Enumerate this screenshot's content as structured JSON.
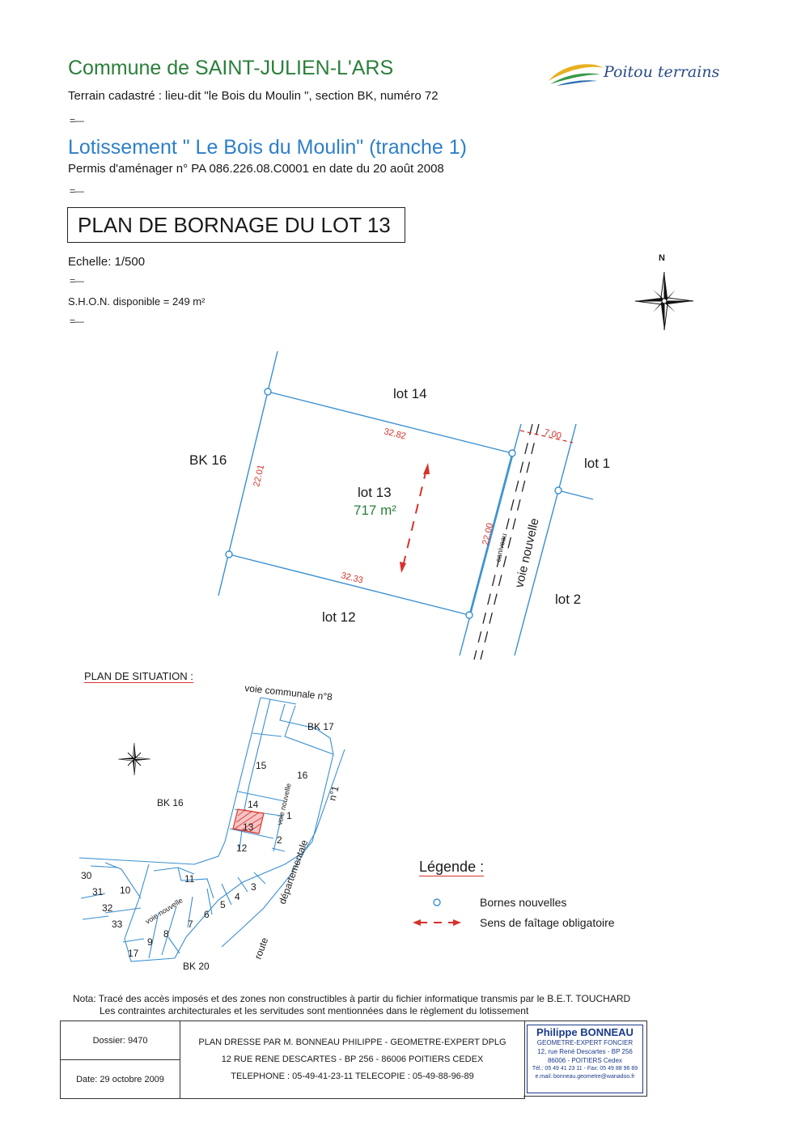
{
  "header": {
    "commune": "Commune de SAINT-JULIEN-L'ARS",
    "cadastre": "Terrain cadastré : lieu-dit \"le Bois du Moulin \", section BK, numéro 72",
    "lotissement": "Lotissement \" Le Bois du Moulin\"  (tranche 1)",
    "permis": "Permis d'aménager n° PA 086.226.08.C0001 en date du 20 août 2008",
    "plan_title": "PLAN DE BORNAGE DU LOT 13",
    "echelle": "Echelle: 1/500",
    "shon": "S.H.O.N. disponible = 249 m²",
    "logo_text": "Poitou terrains",
    "north": "N"
  },
  "plan": {
    "lot14": "lot 14",
    "bk16": "BK 16",
    "lot13": "lot 13",
    "area": "717 m²",
    "lot12": "lot 12",
    "lot1": "lot 1",
    "lot2": "lot 2",
    "dim_top": "32.82",
    "dim_left": "22.01",
    "dim_bottom": "32.33",
    "dim_right": "22.00",
    "dim_road": "7.00",
    "caniveau": "caniveau",
    "voie": "voie nouvelle",
    "colors": {
      "boundary": "#3a8fd0",
      "dimension": "#d8322a",
      "area": "#2a7f3a"
    }
  },
  "situation": {
    "title": "PLAN DE SITUATION :",
    "voie_communale": "voie communale n°8",
    "bk17": "BK 17",
    "bk16": "BK 16",
    "bk20": "BK 20",
    "voie_nouvelle_1": "voie nouvelle",
    "voie_nouvelle_2": "voie nouvelle",
    "departementale": "départementale",
    "route": "route",
    "n1": "n°1",
    "lots": [
      "15",
      "16",
      "14",
      "1",
      "13",
      "2",
      "12",
      "11",
      "10",
      "3",
      "4",
      "5",
      "6",
      "7",
      "8",
      "9",
      "17",
      "30",
      "31",
      "32",
      "33"
    ]
  },
  "legend": {
    "title": "Légende :",
    "item1": "Bornes nouvelles",
    "item2": "Sens de faîtage obligatoire"
  },
  "nota": {
    "line1": "Nota: Tracé des accès imposés et des zones non constructibles à partir du fichier informatique transmis par le B.E.T. TOUCHARD",
    "line2": "Les contraintes architecturales et les servitudes sont mentionnées dans le règlement du lotissement"
  },
  "footer": {
    "dossier": "Dossier: 9470",
    "date": "Date: 29 octobre 2009",
    "line1": "PLAN DRESSE PAR M. BONNEAU PHILIPPE - GEOMETRE-EXPERT DPLG",
    "line2": "12 RUE RENE DESCARTES - BP 256 - 86006 POITIERS CEDEX",
    "line3": "TELEPHONE : 05-49-41-23-11   TELECOPIE : 05-49-88-96-89",
    "stamp_name": "Philippe BONNEAU",
    "stamp_l1": "GEOMETRE-EXPERT FONCIER",
    "stamp_l2": "12, rue René Descartes - BP 256",
    "stamp_l3": "86006 - POITIERS Cedex",
    "stamp_l4": "Tél.: 05 49 41 23 11 - Fax: 05 49 88 96 89",
    "stamp_l5": "e.mail: bonneau.geometre@wanadoo.fr"
  }
}
